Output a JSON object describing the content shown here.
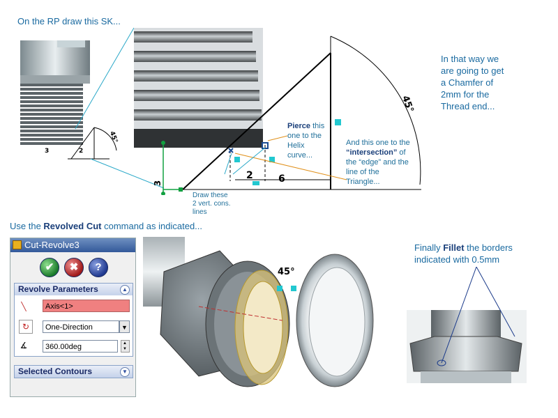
{
  "top_note": "On the RP draw this SK...",
  "right_note": [
    "In that way we",
    "are going to get",
    "a Chamfer of",
    "2mm for the",
    "Thread end..."
  ],
  "pierce_note": {
    "bold": "Pierce",
    "rest": [
      " this",
      "one to the",
      "Helix",
      "curve..."
    ]
  },
  "intersection_note": {
    "line1": "And this one to the",
    "bold": "“intersection”",
    "after": " of",
    "line3": "the “edge” and  the",
    "line4": "line of the",
    "line5": "Triangle..."
  },
  "draw_note": [
    "Draw these",
    "2 vert. cons.",
    "lines"
  ],
  "dims": {
    "d3": "3",
    "d2": "2",
    "d6": "6",
    "angle": "45°",
    "small3": "3",
    "small2": "2",
    "small45": "45°"
  },
  "revolve_heading": {
    "pre": "Use the ",
    "bold": "Revolved Cut",
    "post": " command as indicated..."
  },
  "fillet_note": {
    "pre": "Finally ",
    "bold": "Fillet",
    "post": " the borders",
    "line2": "indicated with 0.5mm"
  },
  "property_manager": {
    "title": "Cut-Revolve3",
    "ok": "✔",
    "cancel": "✖",
    "help": "?",
    "group1": "Revolve Parameters",
    "axis": "Axis<1>",
    "direction": "One-Direction",
    "angle": "360.00deg",
    "group2": "Selected Contours"
  },
  "render_label": "45°",
  "colors": {
    "accent": "#1a6aa0",
    "pm_title": "#33599a",
    "axis_field": "#f08080"
  }
}
